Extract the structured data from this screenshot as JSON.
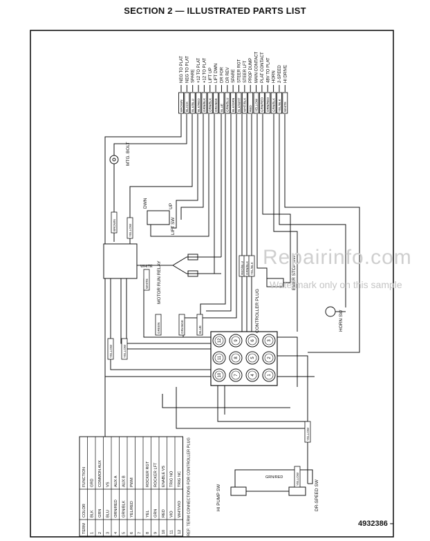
{
  "header": {
    "title": "SECTION 2 — ILLUSTRATED PARTS LIST"
  },
  "part_number": "4932386 –",
  "watermark": {
    "line1": "Repairinfo.com",
    "line2": "Watermark only on this sample"
  },
  "terminal_labels": [
    "NEG TO PLAT",
    "NEG TO PLAT",
    "SPARE",
    "+12 TO PLAT",
    "+12 TO PLAT",
    "LIFT UP",
    "LIFT DWN",
    "DR FOR",
    "DR REV",
    "SPARE",
    "STEER RGT",
    "STEER LFT",
    "PROP DUMP",
    "MAIN CONTACT",
    "PLAT CONTACT",
    "48V TO PLAT",
    "HORN",
    "2-SPEED",
    "HI DRIVE"
  ],
  "wire_colors": [
    "BROWN",
    "BLACK",
    "BLK/BLU",
    "BLK/RED",
    "GRN/BLK",
    "ORN/BLK",
    "ORANGE",
    "BLUE",
    "GRN/BLU",
    "BLK/GRN",
    "BLK/WHT",
    "WHT/BLK",
    "RED",
    "YELLOW",
    "GRN/RED",
    "ORN/RED",
    "GRN/BLK",
    "YEL/BLK",
    "WHITE"
  ],
  "components": {
    "mtg_bolt": "MTG. BOLT",
    "lift_sw": "LIFT SW",
    "lift_up": "UP",
    "lift_dwn": "DWN",
    "motor_relay": "MOTOR RUN RELAY",
    "emer_stop": "EMER STOP SW",
    "controller_plug": "CONTROLLER PLUG",
    "horn_sw": "HORN SW",
    "hi_pump_sw": "HI PUMP SW",
    "dr_speed_sw": "DR-SPEED SW",
    "relay_wire": "WHITE"
  },
  "diagram_wire_labels": [
    "BROWN",
    "YELLOW",
    "GREEN",
    "ORANGE",
    "BLUE",
    "WHITE",
    "YELLOW",
    "YELLOW",
    "YELLOW",
    "RED/BLU",
    "GRN/BLK",
    "YEL/BLK",
    "YELLOW",
    "GRN/RED"
  ],
  "plug_pins": [
    "12",
    "9",
    "6",
    "3",
    "11",
    "8",
    "5",
    "2",
    "10",
    "7",
    "4",
    "1"
  ],
  "table": {
    "headers": [
      "TERM",
      "COLOR",
      "FUNCTION"
    ],
    "rows": [
      [
        "1",
        "BLK",
        "GRD"
      ],
      [
        "2",
        "GRN",
        "COMMON AUX"
      ],
      [
        "3",
        "BLU",
        "VS"
      ],
      [
        "4",
        "ORN/RED",
        "AUX A"
      ],
      [
        "5",
        "GRN/BLK",
        "AUX B"
      ],
      [
        "6",
        "YEL/RED",
        "PWM"
      ],
      [
        "7",
        "",
        ""
      ],
      [
        "8",
        "YEL",
        "ROCKER RGT"
      ],
      [
        "9",
        "GRN",
        "ROCKER LFT"
      ],
      [
        "10",
        "RED",
        "ENABLE VS"
      ],
      [
        "11",
        "VIO",
        "TRIG NO"
      ],
      [
        "12",
        "WHT/VIO",
        "TRIG NC"
      ]
    ],
    "note": "REF: TERM CONNECTIONS FOR CONTROLLER PLUG"
  }
}
